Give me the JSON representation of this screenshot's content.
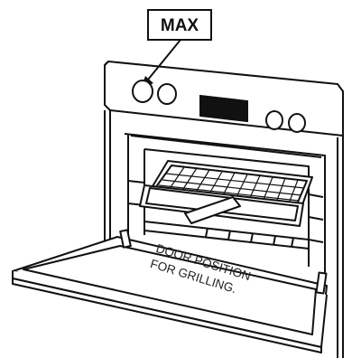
{
  "callout": {
    "label": "MAX"
  },
  "door": {
    "line1": "DOOR POSITION",
    "line2": "FOR GRILLING."
  }
}
